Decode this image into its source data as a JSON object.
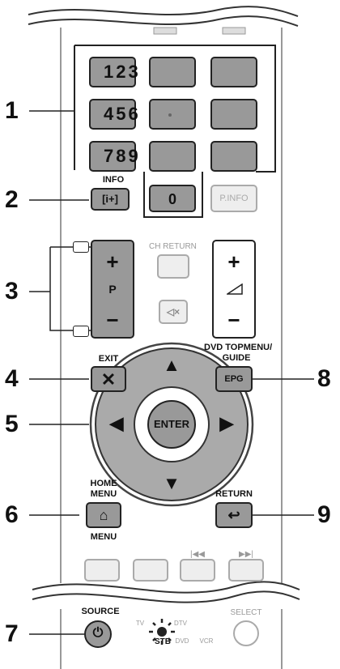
{
  "callouts": [
    "1",
    "2",
    "3",
    "4",
    "5",
    "6",
    "7",
    "8",
    "9"
  ],
  "keypad": {
    "row1_digits": "123",
    "row2_digits": "456",
    "row3_digits": "789",
    "zero": "0",
    "pinfo": "P.INFO"
  },
  "info_label": "INFO",
  "channel": {
    "plus": "+",
    "p": "P",
    "minus": "−"
  },
  "volume": {
    "plus": "+",
    "minus": "−"
  },
  "ch_return_label": "CH RETURN",
  "exit_label": "EXIT",
  "dvd_topmenu_label_1": "DVD TOPMENU/",
  "dvd_topmenu_label_2": "GUIDE",
  "epg_label": "EPG",
  "enter_label": "ENTER",
  "home_menu_label_1": "HOME",
  "home_menu_label_2": "MENU",
  "menu_label": "MENU",
  "return_label": "RETURN",
  "source_label": "SOURCE",
  "select_label": "SELECT",
  "mode_labels": {
    "tv": "TV",
    "dtv": "DTV",
    "stb": "STB",
    "dvd": "DVD",
    "vcr": "VCR"
  }
}
